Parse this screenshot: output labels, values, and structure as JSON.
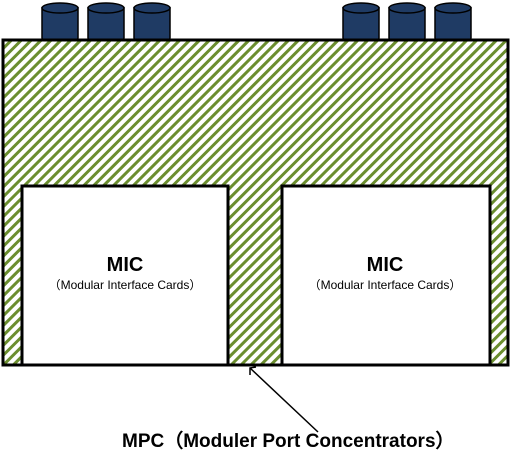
{
  "colors": {
    "hatch_stripe": "#6b8e2f",
    "hatch_background": "#ffffff",
    "port_fill": "#1f3b64",
    "outline": "#000000",
    "card_fill": "#ffffff"
  },
  "ports": {
    "left_group_count": 3,
    "right_group_count": 3
  },
  "cards": [
    {
      "title": "MIC",
      "subtitle": "（Modular Interface Cards）"
    },
    {
      "title": "MIC",
      "subtitle": "（Modular Interface Cards）"
    }
  ],
  "callout": {
    "label": "MPC（Moduler Port Concentrators）"
  }
}
